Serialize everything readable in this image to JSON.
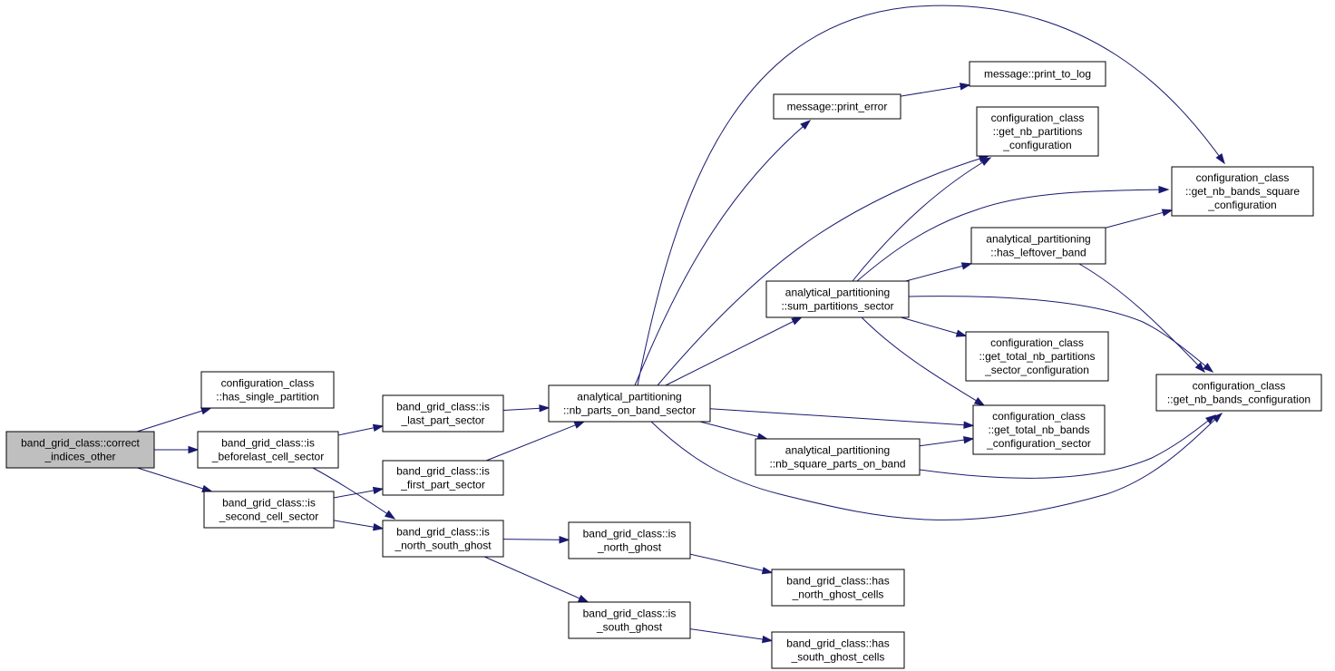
{
  "graph": {
    "nodes": [
      {
        "id": "n0",
        "lines": [
          "band_grid_class::correct",
          "_indices_other"
        ],
        "root": true
      },
      {
        "id": "n1",
        "lines": [
          "configuration_class",
          "::has_single_partition"
        ]
      },
      {
        "id": "n2",
        "lines": [
          "band_grid_class::is",
          "_beforelast_cell_sector"
        ]
      },
      {
        "id": "n3",
        "lines": [
          "band_grid_class::is",
          "_second_cell_sector"
        ]
      },
      {
        "id": "n4",
        "lines": [
          "band_grid_class::is",
          "_last_part_sector"
        ]
      },
      {
        "id": "n5",
        "lines": [
          "band_grid_class::is",
          "_first_part_sector"
        ]
      },
      {
        "id": "n6",
        "lines": [
          "band_grid_class::is",
          "_north_south_ghost"
        ]
      },
      {
        "id": "n7",
        "lines": [
          "analytical_partitioning",
          "::nb_parts_on_band_sector"
        ]
      },
      {
        "id": "n8",
        "lines": [
          "band_grid_class::is",
          "_north_ghost"
        ]
      },
      {
        "id": "n9",
        "lines": [
          "band_grid_class::is",
          "_south_ghost"
        ]
      },
      {
        "id": "n10",
        "lines": [
          "message::print_error"
        ]
      },
      {
        "id": "n11",
        "lines": [
          "analytical_partitioning",
          "::sum_partitions_sector"
        ]
      },
      {
        "id": "n12",
        "lines": [
          "analytical_partitioning",
          "::nb_square_parts_on_band"
        ]
      },
      {
        "id": "n13",
        "lines": [
          "band_grid_class::has",
          "_north_ghost_cells"
        ]
      },
      {
        "id": "n14",
        "lines": [
          "band_grid_class::has",
          "_south_ghost_cells"
        ]
      },
      {
        "id": "n15",
        "lines": [
          "message::print_to_log"
        ]
      },
      {
        "id": "n16",
        "lines": [
          "configuration_class",
          "::get_nb_partitions",
          "_configuration"
        ]
      },
      {
        "id": "n17",
        "lines": [
          "analytical_partitioning",
          "::has_leftover_band"
        ]
      },
      {
        "id": "n18",
        "lines": [
          "configuration_class",
          "::get_total_nb_partitions",
          "_sector_configuration"
        ]
      },
      {
        "id": "n19",
        "lines": [
          "configuration_class",
          "::get_total_nb_bands",
          "_configuration_sector"
        ]
      },
      {
        "id": "n20",
        "lines": [
          "configuration_class",
          "::get_nb_bands_square",
          "_configuration"
        ]
      },
      {
        "id": "n21",
        "lines": [
          "configuration_class",
          "::get_nb_bands_configuration"
        ]
      }
    ],
    "edges": [
      [
        "n0",
        "n1"
      ],
      [
        "n0",
        "n2"
      ],
      [
        "n0",
        "n3"
      ],
      [
        "n2",
        "n4"
      ],
      [
        "n2",
        "n6"
      ],
      [
        "n3",
        "n5"
      ],
      [
        "n3",
        "n6"
      ],
      [
        "n4",
        "n7"
      ],
      [
        "n5",
        "n7"
      ],
      [
        "n6",
        "n8"
      ],
      [
        "n6",
        "n9"
      ],
      [
        "n8",
        "n13"
      ],
      [
        "n9",
        "n14"
      ],
      [
        "n7",
        "n10"
      ],
      [
        "n7",
        "n11"
      ],
      [
        "n7",
        "n12"
      ],
      [
        "n7",
        "n16"
      ],
      [
        "n7",
        "n19"
      ],
      [
        "n7",
        "n20"
      ],
      [
        "n7",
        "n21"
      ],
      [
        "n10",
        "n15"
      ],
      [
        "n11",
        "n16"
      ],
      [
        "n11",
        "n17"
      ],
      [
        "n11",
        "n18"
      ],
      [
        "n11",
        "n19"
      ],
      [
        "n11",
        "n20"
      ],
      [
        "n11",
        "n21"
      ],
      [
        "n12",
        "n19"
      ],
      [
        "n12",
        "n21"
      ],
      [
        "n17",
        "n20"
      ],
      [
        "n17",
        "n21"
      ]
    ]
  }
}
